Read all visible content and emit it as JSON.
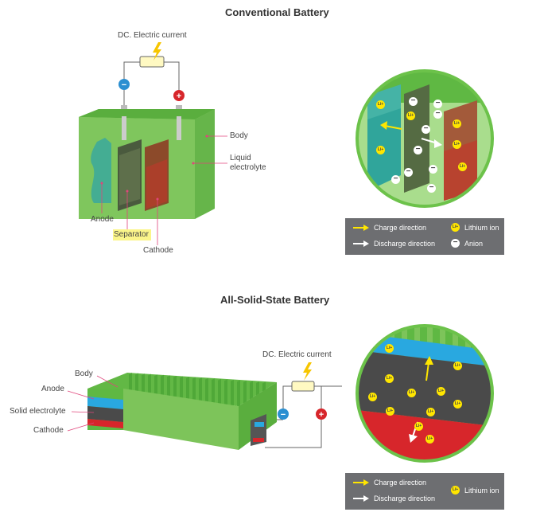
{
  "conventional": {
    "title": "Conventional Battery",
    "current_label": "DC. Electric current",
    "labels": {
      "body": "Body",
      "electrolyte_line1": "Liquid",
      "electrolyte_line2": "electrolyte",
      "anode": "Anode",
      "separator": "Separator",
      "cathode": "Cathode"
    },
    "legend": {
      "charge": "Charge direction",
      "discharge": "Discharge direction",
      "lithium": "Lithium ion",
      "anion": "Anion"
    },
    "ion_symbol": "Li+",
    "anion_symbol": "−"
  },
  "solid": {
    "title": "All-Solid-State Battery",
    "current_label": "DC. Electric current",
    "labels": {
      "body": "Body",
      "anode": "Anode",
      "solid_electrolyte": "Solid electrolyte",
      "cathode": "Cathode"
    },
    "legend": {
      "charge": "Charge direction",
      "discharge": "Discharge direction",
      "lithium": "Lithium ion"
    },
    "ion_symbol": "Li+"
  },
  "colors": {
    "green": "#6cc24a",
    "dark_green": "#3e9b32",
    "blue": "#29a8e0",
    "red": "#d7262b",
    "lithium": "#ffe600",
    "legend_bg": "#6d6e71",
    "leader": "#e0457b"
  },
  "terminal_symbols": {
    "negative": "−",
    "positive": "+"
  }
}
